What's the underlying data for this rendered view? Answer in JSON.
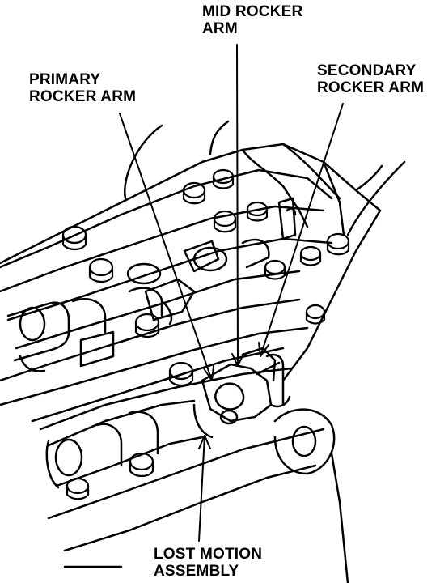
{
  "labels": {
    "primary": [
      "PRIMARY",
      "ROCKER ARM"
    ],
    "mid": [
      "MID ROCKER",
      "ARM"
    ],
    "secondary": [
      "SECONDARY",
      "ROCKER ARM"
    ],
    "lost_motion": [
      "LOST MOTION",
      "ASSEMBLY"
    ]
  },
  "colors": {
    "ink": "#000000",
    "paper": "#ffffff"
  }
}
